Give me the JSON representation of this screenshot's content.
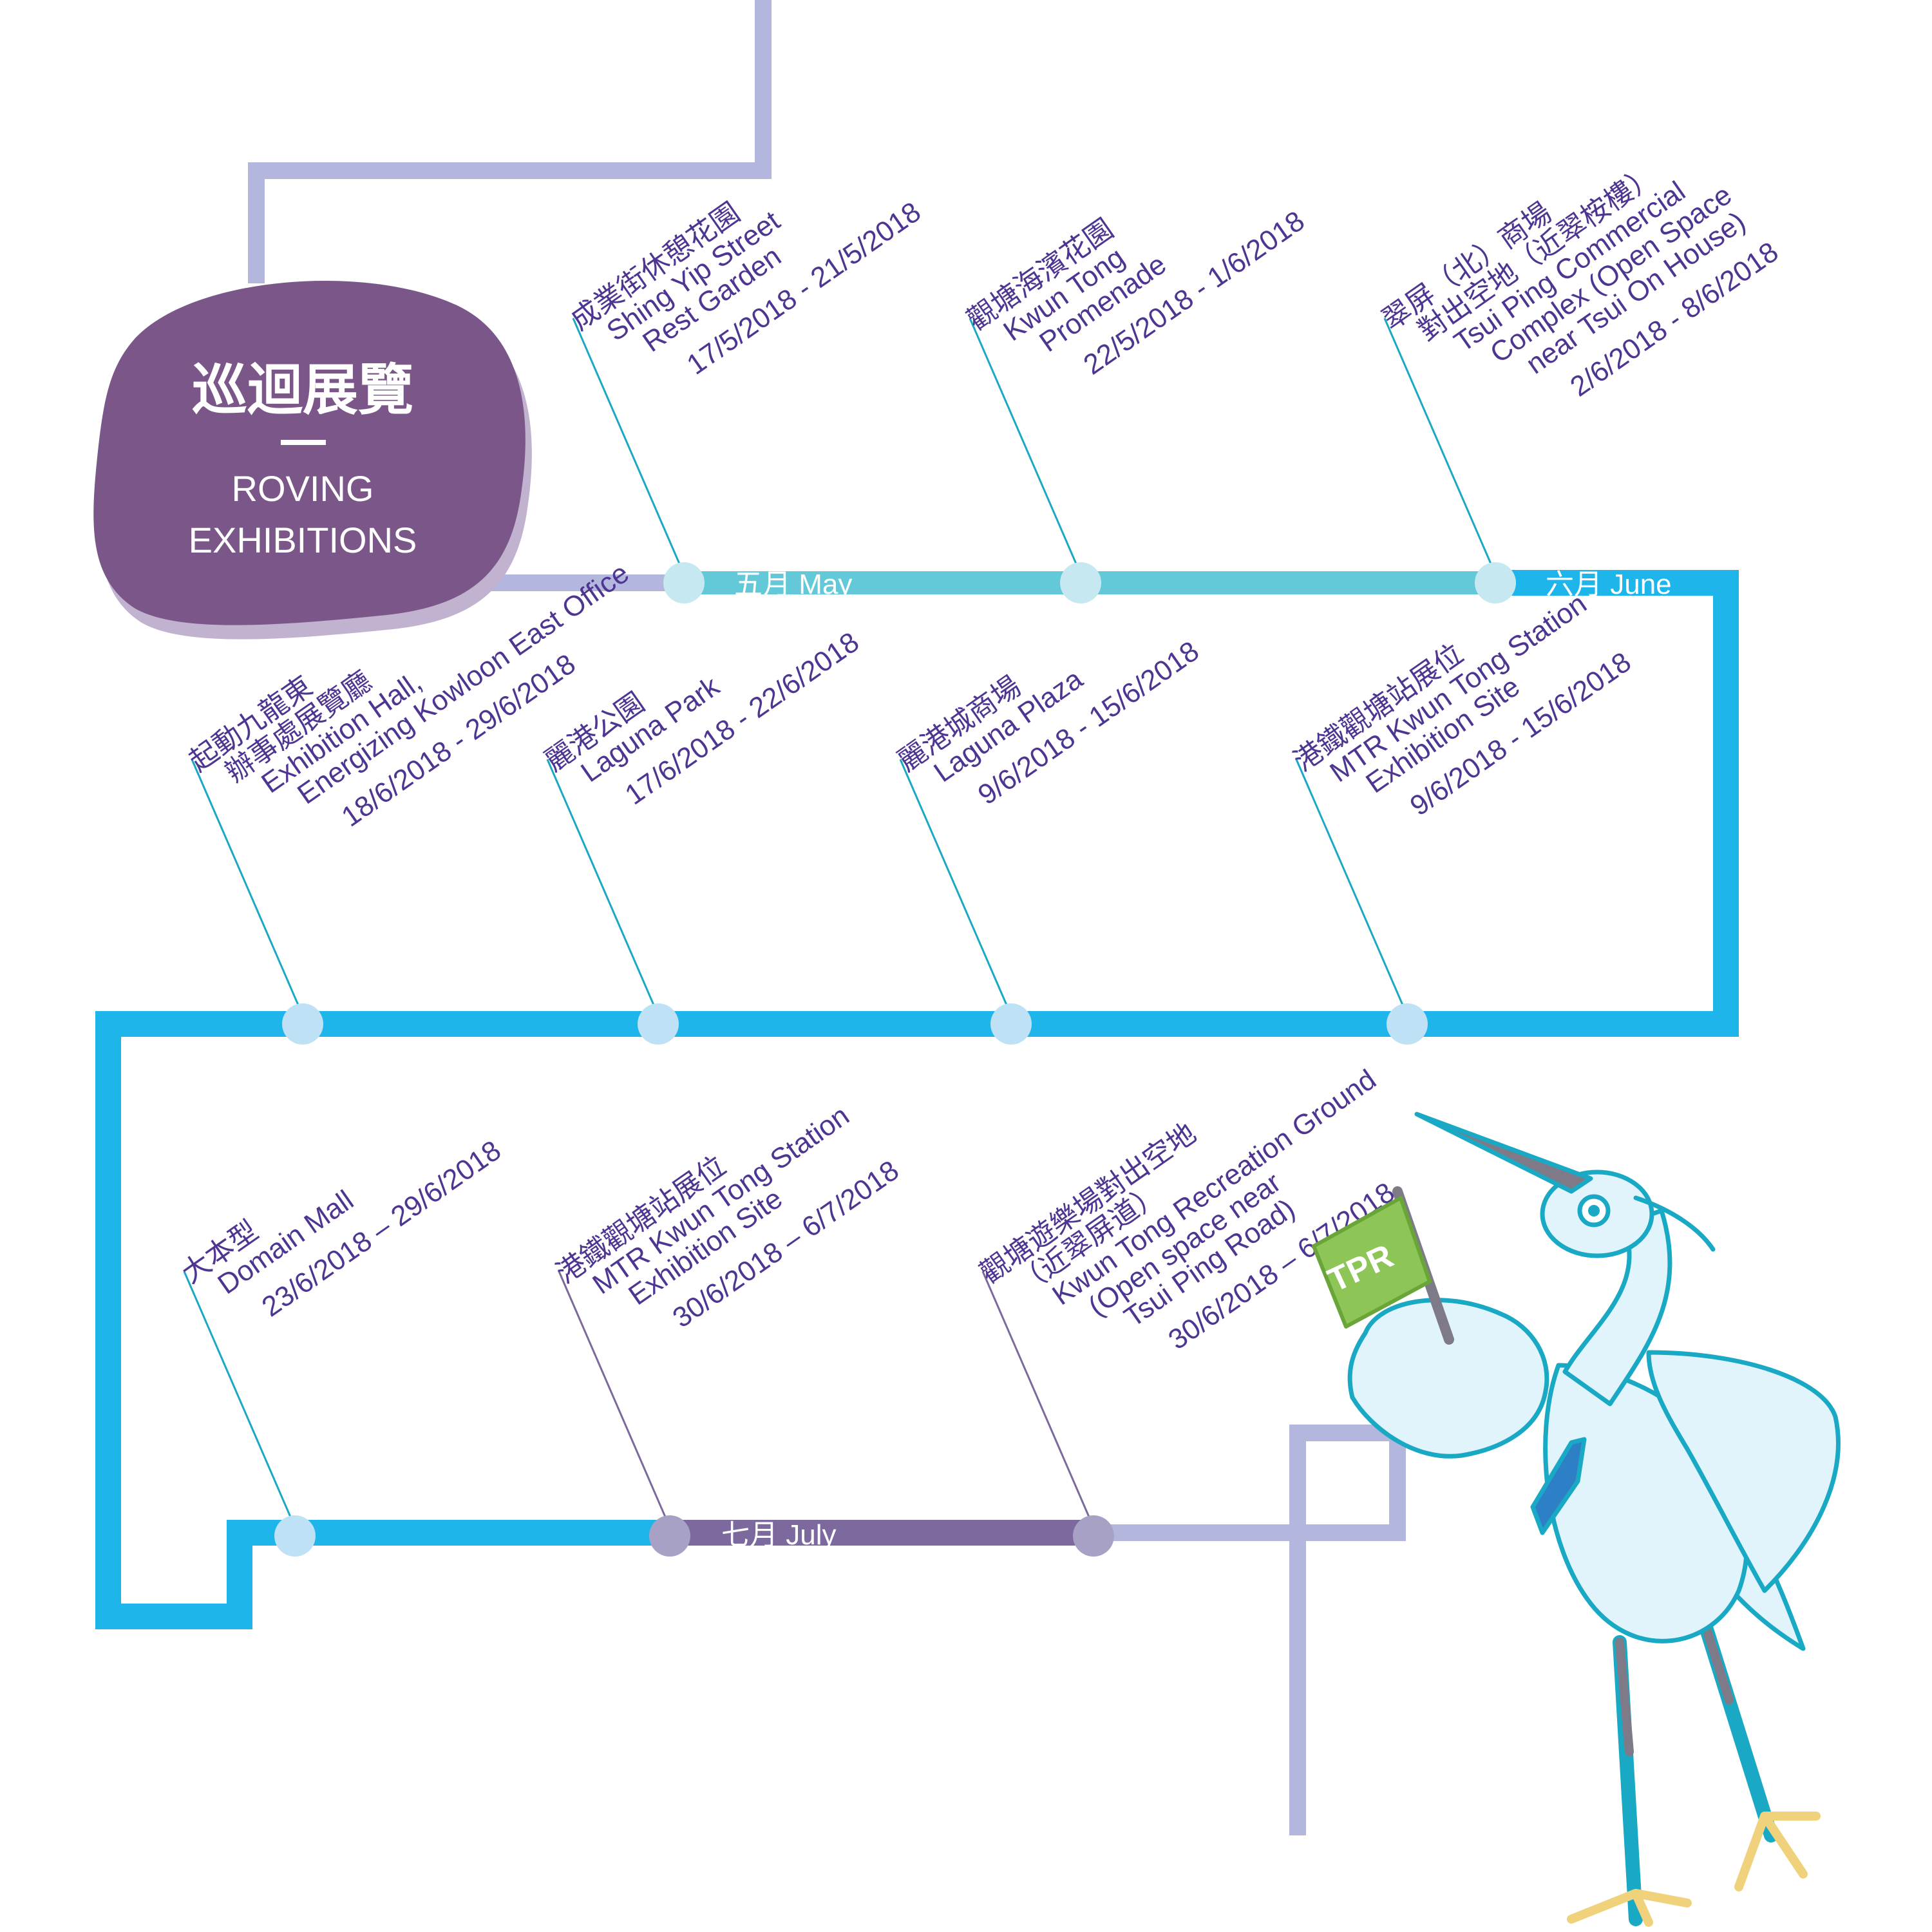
{
  "colors": {
    "route_light": "#b3b7dd",
    "route_cyan": "#1db5ea",
    "route_teal": "#63c9d9",
    "route_purple": "#7c6a9e",
    "title_blob": "#7b5689",
    "title_blob_shadow": "#c1b3d0",
    "text": "#4e3592",
    "bird_outline": "#1aa9c4",
    "bird_fill": "#e2f4fb",
    "flag": "#8dc557"
  },
  "title": {
    "zh": "巡迴展覽",
    "en_line1": "ROVING",
    "en_line2": "EXHIBITIONS"
  },
  "months": {
    "may": "五月 May",
    "june": "六月 June",
    "july": "七月 July"
  },
  "flag_label": "TPR",
  "stops": [
    {
      "lines": [
        "成業街休憩花園",
        "Shing Yip Street",
        "Rest Garden"
      ],
      "date": "17/5/2018 - 21/5/2018"
    },
    {
      "lines": [
        "觀塘海濱花園",
        "Kwun Tong",
        "Promenade"
      ],
      "date": "22/5/2018 - 1/6/2018"
    },
    {
      "lines": [
        "翠屏（北）商場",
        "對出空地（近翠桉樓）",
        "Tsui Ping Commercial",
        "Complex (Open Space",
        "near Tsui On House)"
      ],
      "date": "2/6/2018 - 8/6/2018"
    },
    {
      "lines": [
        "起動九龍東",
        "辦事處展覽廳",
        "Exhibition Hall,",
        "Energizing Kowloon East Office"
      ],
      "date": "18/6/2018 - 29/6/2018"
    },
    {
      "lines": [
        "麗港公園",
        "Laguna Park"
      ],
      "date": "17/6/2018 - 22/6/2018"
    },
    {
      "lines": [
        "麗港城商場",
        "Laguna Plaza"
      ],
      "date": "9/6/2018 - 15/6/2018"
    },
    {
      "lines": [
        "港鐵觀塘站展位",
        "MTR Kwun Tong Station",
        "Exhibition Site"
      ],
      "date": "9/6/2018 - 15/6/2018"
    },
    {
      "lines": [
        "大本型",
        "Domain Mall"
      ],
      "date": "23/6/2018 – 29/6/2018"
    },
    {
      "lines": [
        "港鐵觀塘站展位",
        "MTR Kwun Tong Station",
        "Exhibition Site"
      ],
      "date": "30/6/2018 – 6/7/2018"
    },
    {
      "lines": [
        "觀塘遊樂場對出空地",
        "（近翠屏道）",
        "Kwun Tong Recreation Ground",
        "(Open space near",
        "Tsui Ping Road)"
      ],
      "date": "30/6/2018 – 6/7/2018"
    }
  ]
}
